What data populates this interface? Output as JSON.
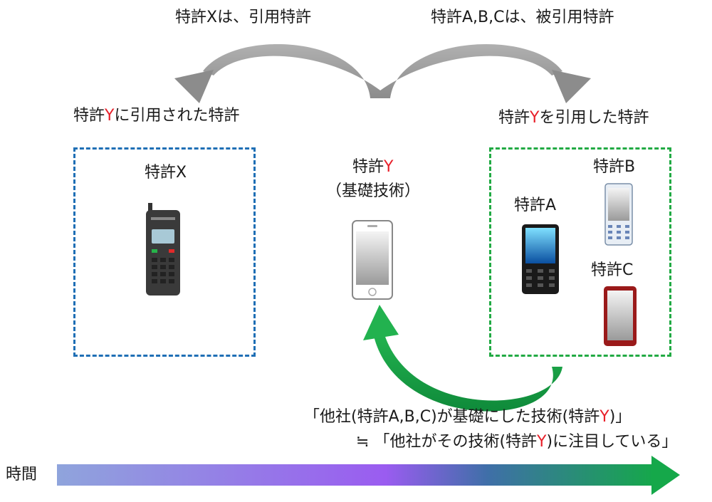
{
  "top": {
    "left_caption": "特許Xは、引用特許",
    "right_caption": "特許A,B,Cは、被引用特許"
  },
  "left_group": {
    "heading_pre": "特許",
    "heading_y": "Y",
    "heading_post": "に引用された特許",
    "item_label": "特許X"
  },
  "center": {
    "title_pre": "特許",
    "title_y": "Y",
    "subtitle": "（基礎技術）"
  },
  "right_group": {
    "heading_pre": "特許",
    "heading_y": "Y",
    "heading_post": "を引用した特許",
    "label_a": "特許A",
    "label_b": "特許B",
    "label_c": "特許C"
  },
  "bottom": {
    "line1_pre": "「他社(特許A,B,C)が基礎にした技術(特許",
    "line1_y": "Y",
    "line1_post": ")」",
    "line2_pre": "≒ 「他社がその技術(特許",
    "line2_y": "Y",
    "line2_post": ")に注目している」"
  },
  "timeline": {
    "label": "時間"
  },
  "colors": {
    "left_box_border": "#1f6fb5",
    "right_box_border": "#22aa44",
    "accent_red": "#e8202a",
    "arrow_gray": "#999999",
    "arrow_green": "#1aa04a"
  },
  "icons": [
    "feature-phone-icon",
    "smartphone-icon",
    "phone-icon"
  ]
}
